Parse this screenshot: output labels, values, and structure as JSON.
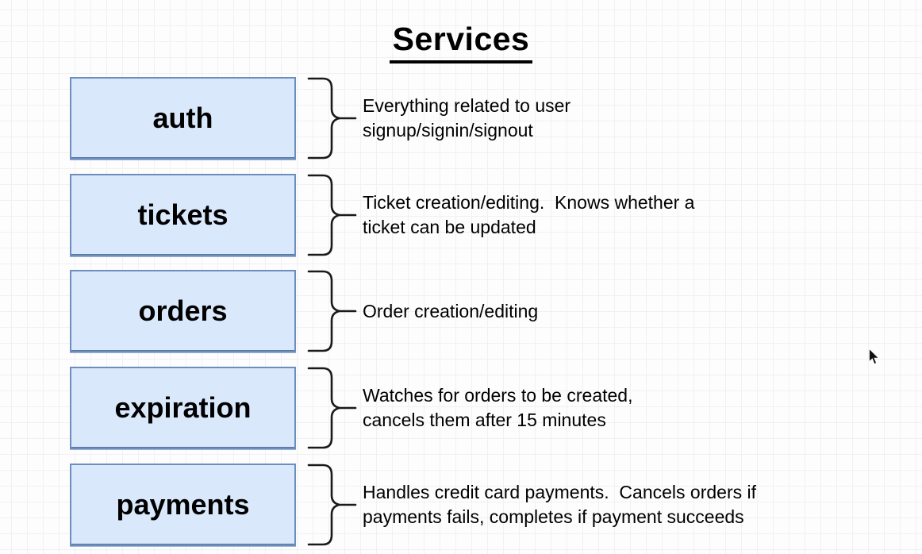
{
  "title": "Services",
  "colors": {
    "box_fill": "#dae8fc",
    "box_stroke": "#6c8ebf",
    "text": "#000000",
    "grid_line": "#f1f1f4",
    "background": "#fdfdfe"
  },
  "services": [
    {
      "label": "auth",
      "description": "Everything related to user\nsignup/signin/signout"
    },
    {
      "label": "tickets",
      "description": "Ticket creation/editing.  Knows whether a\nticket can be updated"
    },
    {
      "label": "orders",
      "description": "Order creation/editing"
    },
    {
      "label": "expiration",
      "description": "Watches for orders to be created,\ncancels them after 15 minutes"
    },
    {
      "label": "payments",
      "description": "Handles credit card payments.  Cancels orders if\npayments fails, completes if payment succeeds"
    }
  ],
  "icons": {
    "brace": "right-curly-brace",
    "cursor": "arrow-cursor"
  }
}
